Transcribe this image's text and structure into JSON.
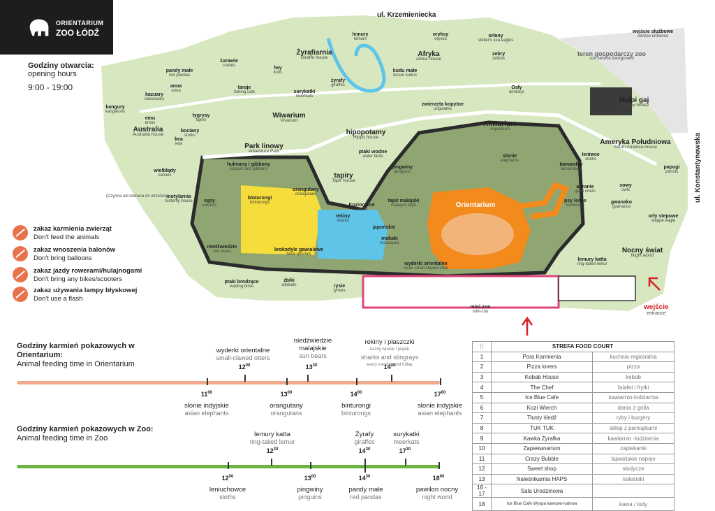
{
  "logo": {
    "line1": "ORIENTARIUM",
    "line2": "ZOO ŁÓDŹ"
  },
  "hours": {
    "title": "Godziny otwarcia:",
    "subtitle": "opening hours",
    "time": "9:00 - 19:00"
  },
  "rules": [
    {
      "pl": "zakaz karmienia zwierząt",
      "en": "Don't feed the animals",
      "icon": "no-feeding-icon"
    },
    {
      "pl": "zakaz wnoszenia balonów",
      "en": "Don't bring balloons",
      "icon": "no-balloons-icon"
    },
    {
      "pl": "zakaz jazdy rowerami/hulajnogami",
      "en": "Don't bring any bikes/scooters",
      "icon": "no-bikes-icon"
    },
    {
      "pl": "zakaz używania lampy błyskowej",
      "en": "Don't use a flash",
      "icon": "no-flash-icon"
    }
  ],
  "streets": {
    "north": "ul. Krzemieniecka",
    "east": "ul. Konstantynowska",
    "service_entrance": {
      "pl": "wejście służbowe",
      "en": "service entrance"
    },
    "service_bg": {
      "pl": "teren gospodarczy zoo",
      "en": "zoo service background"
    },
    "entrance": {
      "pl": "wejście",
      "en": "entrance"
    }
  },
  "map_labels": {
    "kangury": {
      "pl": "kangury",
      "en": "kangaroos"
    },
    "pandy": {
      "pl": "pandy małe",
      "en": "red pandas"
    },
    "kazuary": {
      "pl": "kazuary",
      "en": "cassowary"
    },
    "anoa": {
      "pl": "anoa",
      "en": "anoa"
    },
    "emu": {
      "pl": "emu",
      "en": "emus"
    },
    "zurawie": {
      "pl": "żurawie",
      "en": "cranes"
    },
    "lwy": {
      "pl": "lwy",
      "en": "lions"
    },
    "taraje": {
      "pl": "taraje",
      "en": "fishing cats"
    },
    "surykatki": {
      "pl": "surykatki",
      "en": "meerkats"
    },
    "tygrysy": {
      "pl": "tygrysy",
      "en": "tigers"
    },
    "bociany": {
      "pl": "bociany",
      "en": "storks"
    },
    "australia": {
      "pl": "Australia",
      "en": "Australia house"
    },
    "kea": {
      "pl": "kea",
      "en": "kea"
    },
    "wiwarium": {
      "pl": "Wiwarium",
      "en": "Vivarium"
    },
    "park": {
      "pl": "Park linowy",
      "en": "Adventure Park"
    },
    "wielblady": {
      "pl": "wielbłądy",
      "en": "camels"
    },
    "motylarnia": {
      "pl": "motylarnia",
      "en": "butterfly house"
    },
    "motylarnia_note": {
      "pl": "(Czynna od czerwca do września)",
      "en": ""
    },
    "hulmany": {
      "pl": "hulmany i gibbony",
      "en": "langurs and gibbons"
    },
    "orangutany": {
      "pl": "orangutany",
      "en": "orangutans"
    },
    "binturongi": {
      "pl": "binturongi",
      "en": "binturongs"
    },
    "sepy": {
      "pl": "sępy",
      "en": "vultures"
    },
    "niedzwiedzie": {
      "pl": "niedźwiedzie",
      "en": "sun bears"
    },
    "krokodyle": {
      "pl": "krokodyle gawialowe",
      "en": "false gharials"
    },
    "rekiny": {
      "pl": "rekiny",
      "en": "sharks"
    },
    "japonskie": {
      "pl": "japońskie",
      "en": ""
    },
    "makaki": {
      "pl": "makaki",
      "en": "macaques"
    },
    "wyderki": {
      "pl": "wyderki orientalne",
      "en": "asian small-clawed otter"
    },
    "ptaki_brodzace": {
      "pl": "ptaki brodzące",
      "en": "wading birds"
    },
    "zbiki": {
      "pl": "żbiki",
      "en": "wildcats"
    },
    "rysie": {
      "pl": "rysie",
      "en": "lynxes"
    },
    "zyrafiarnia": {
      "pl": "Żyrafiarnia",
      "en": "Giraffe house"
    },
    "lemury": {
      "pl": "lemury",
      "en": "lemurs"
    },
    "zyrafy": {
      "pl": "żyrafy",
      "en": "giraffes"
    },
    "kudu": {
      "pl": "kudu małe",
      "en": "lesser kudus"
    },
    "afryka": {
      "pl": "Afryka",
      "en": "Africa house"
    },
    "oryksy": {
      "pl": "oryksy",
      "en": "oryxes"
    },
    "orlany": {
      "pl": "orłany",
      "en": "steller's sea eagles"
    },
    "zebry": {
      "pl": "zebry",
      "en": "zebras"
    },
    "osly": {
      "pl": "Osły",
      "en": "donkeys"
    },
    "kopytne": {
      "pl": "zwierzęta kopytne",
      "en": "ungulates"
    },
    "hipopotamy": {
      "pl": "hipopotamy",
      "en": "Hippo house"
    },
    "ptaki_wodne": {
      "pl": "ptaki wodne",
      "en": "water birds"
    },
    "pingwiny": {
      "pl": "pingwiny",
      "en": "penguins"
    },
    "tapiry": {
      "pl": "tapiry",
      "en": "Tapir house"
    },
    "koziorozce": {
      "pl": "Koziorożce",
      "en": "ibexes"
    },
    "tapir_malajski": {
      "pl": "tapir malajski",
      "en": "malayan tapir"
    },
    "akwarium": {
      "pl": "Akwarium",
      "en": "Aquarium"
    },
    "malpi_gaj": {
      "pl": "Małpi gaj",
      "en": "Monkey house"
    },
    "slonie": {
      "pl": "słonie",
      "en": "elephants"
    },
    "orientarium": {
      "pl": "Orientarium",
      "en": ""
    },
    "ameryka": {
      "pl": "Ameryka Południowa",
      "en": "South America house"
    },
    "leniwce": {
      "pl": "leniwce",
      "en": "sloths"
    },
    "tamanduy": {
      "pl": "tamanduy",
      "en": "tamanduas"
    },
    "ariranie": {
      "pl": "ariranie",
      "en": "giant otters"
    },
    "psy_lesne": {
      "pl": "psy leśne",
      "en": "bushdogs"
    },
    "sowy": {
      "pl": "sowy",
      "en": "owls"
    },
    "gwanako": {
      "pl": "gwanako",
      "en": "guanacos"
    },
    "papugi": {
      "pl": "papugi",
      "en": "parrots"
    },
    "orly_stepowe": {
      "pl": "orły stepowe",
      "en": "steppe eagle"
    },
    "nocny_swiat": {
      "pl": "Nocny świat",
      "en": "Night world"
    },
    "lemury_katta": {
      "pl": "lemury katta",
      "en": "ring-tailed lemur"
    },
    "mini_zoo": {
      "pl": "mini-zoo",
      "en": "mini-zoo"
    }
  },
  "feeding_orientarium": {
    "title_pl": "Godziny karmień pokazowych w Orientarium:",
    "title_en": "Animal feeding time in Orientarium",
    "hours": [
      {
        "h": "11",
        "m": "00"
      },
      {
        "h": "12",
        "m": "00"
      },
      {
        "h": "13",
        "m": "00"
      },
      {
        "h": "13",
        "m": "30"
      },
      {
        "h": "14",
        "m": "00"
      },
      {
        "h": "14",
        "m": "30"
      },
      {
        "h": "17",
        "m": "00"
      }
    ],
    "above": [
      {
        "pl": "wyderki orientalne",
        "en": "small-clawed otters"
      },
      {
        "pl": "niedźwiedzie malajskie",
        "en": "sun bears"
      },
      {
        "pl": "rekiny i płaszczki",
        "note": "każdy wtorek i piątek",
        "en": "sharks and stingrays",
        "note_en": "every tuesday and friday"
      }
    ],
    "below": [
      {
        "pl": "słonie indyjskie",
        "en": "asian elephants"
      },
      {
        "pl": "orangutany",
        "en": "orangutans"
      },
      {
        "pl": "binturongi",
        "en": "binturongs"
      },
      {
        "pl": "słonie indyjskie",
        "en": "asian elephants"
      }
    ]
  },
  "feeding_zoo": {
    "title_pl": "Godziny karmień pokazowych w Zoo:",
    "title_en": "Animal feeding time in Zoo",
    "hours": [
      {
        "h": "12",
        "m": "00"
      },
      {
        "h": "12",
        "m": "30"
      },
      {
        "h": "13",
        "m": "00"
      },
      {
        "h": "14",
        "m": "30"
      },
      {
        "h": "14",
        "m": "30"
      },
      {
        "h": "17",
        "m": "30"
      },
      {
        "h": "18",
        "m": "00"
      }
    ],
    "above": [
      {
        "pl": "lemury katta",
        "en": "ring-tailed lemur"
      },
      {
        "pl": "Żyrafy",
        "en": "giraffes"
      },
      {
        "pl": "surykatki",
        "en": "meerkats"
      }
    ],
    "below": [
      {
        "pl": "leniuchowce",
        "en": "sloths"
      },
      {
        "pl": "pingwiny",
        "en": "pinguins"
      },
      {
        "pl": "pandy małe",
        "en": "red pandas"
      },
      {
        "pl": "pawilon nocny",
        "en": "night world"
      }
    ]
  },
  "food_court": {
    "title": "STREFA FOOD COURT",
    "rows": [
      {
        "n": "1",
        "name": "Pora Karmienia",
        "type": "kuchnia regionalna"
      },
      {
        "n": "2",
        "name": "Pizza lovers",
        "type": "pizza"
      },
      {
        "n": "3",
        "name": "Kebab House",
        "type": "kebab"
      },
      {
        "n": "4",
        "name": "The Chef",
        "type": "falafel i frytki"
      },
      {
        "n": "5",
        "name": "Ice Blue Cafe",
        "type": "kawiarnio-lodziarnia"
      },
      {
        "n": "6",
        "name": "Kozi Wierch",
        "type": "dania z grilla"
      },
      {
        "n": "7",
        "name": "Tłusty śledź",
        "type": "ryby i burgery"
      },
      {
        "n": "8",
        "name": "TUK TUK",
        "type": "sklep z pamiątkami"
      },
      {
        "n": "9",
        "name": "Kawka Żyrafka",
        "type": "kawiarnio -lodziarnia"
      },
      {
        "n": "10",
        "name": "Zapiekanarium",
        "type": "zapiekanki"
      },
      {
        "n": "11",
        "name": "Crazy Bubble",
        "type": "tajwańskie napoje"
      },
      {
        "n": "12",
        "name": "Sweet shop",
        "type": "słodycze"
      },
      {
        "n": "13",
        "name": "Naleśnikarnia HAPS",
        "type": "naleśniki"
      },
      {
        "n": "16 - 17",
        "name": "Sala Urodzinowa",
        "type": ""
      },
      {
        "n": "18",
        "name": "Ice Blue Cafe Wyspa kawowo-lodowa",
        "type": "kawa / lody"
      }
    ]
  },
  "colors": {
    "orientarium": "#f28a1c",
    "zoo": "#6cb33f",
    "timeline_orient": "#f0a98a",
    "entrance": "#d61f26",
    "park": "#cfe3b5",
    "dark": "#2b2b2b"
  }
}
